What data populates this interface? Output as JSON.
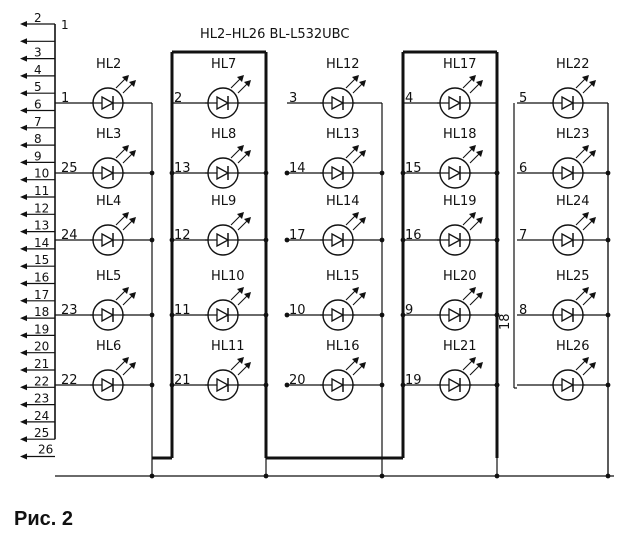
{
  "diagram": {
    "header": "HL2–HL26 BL-L532UBC",
    "connector_pins": [
      "2",
      "1",
      "3",
      "4",
      "5",
      "6",
      "7",
      "8",
      "9",
      "10",
      "11",
      "12",
      "13",
      "14",
      "15",
      "16",
      "17",
      "18",
      "19",
      "20",
      "21",
      "22",
      "23",
      "24",
      "25",
      "26"
    ],
    "wire_18_label": "18",
    "columns": [
      {
        "leds": [
          {
            "ref": "HL2",
            "pin": "1"
          },
          {
            "ref": "HL3",
            "pin": "25"
          },
          {
            "ref": "HL4",
            "pin": "24"
          },
          {
            "ref": "HL5",
            "pin": "23"
          },
          {
            "ref": "HL6",
            "pin": "22"
          }
        ]
      },
      {
        "leds": [
          {
            "ref": "HL7",
            "pin": "2"
          },
          {
            "ref": "HL8",
            "pin": "13"
          },
          {
            "ref": "HL9",
            "pin": "12"
          },
          {
            "ref": "HL10",
            "pin": "11"
          },
          {
            "ref": "HL11",
            "pin": "21"
          }
        ]
      },
      {
        "leds": [
          {
            "ref": "HL12",
            "pin": "3"
          },
          {
            "ref": "HL13",
            "pin": "14"
          },
          {
            "ref": "HL14",
            "pin": "17"
          },
          {
            "ref": "HL15",
            "pin": "10"
          },
          {
            "ref": "HL16",
            "pin": "20"
          }
        ]
      },
      {
        "leds": [
          {
            "ref": "HL17",
            "pin": "4"
          },
          {
            "ref": "HL18",
            "pin": "15"
          },
          {
            "ref": "HL19",
            "pin": "16"
          },
          {
            "ref": "HL20",
            "pin": "9"
          },
          {
            "ref": "HL21",
            "pin": "19"
          }
        ]
      },
      {
        "leds": [
          {
            "ref": "HL22",
            "pin": "5"
          },
          {
            "ref": "HL23",
            "pin": "6"
          },
          {
            "ref": "HL24",
            "pin": "7"
          },
          {
            "ref": "HL25",
            "pin": "8"
          },
          {
            "ref": "HL26",
            "pin": ""
          }
        ]
      }
    ]
  },
  "caption": "Рис. 2",
  "colors": {
    "ink": "#111111",
    "background": "#ffffff"
  }
}
